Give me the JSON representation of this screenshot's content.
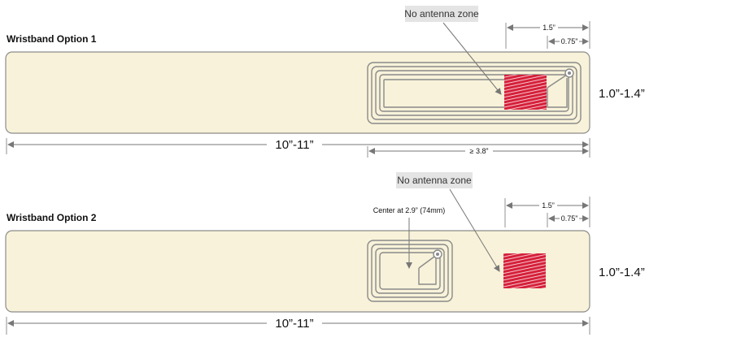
{
  "option1": {
    "title": "Wristband Option 1",
    "zone_label": "No antenna zone",
    "dim_15": "1.5”",
    "dim_075": "0.75”",
    "height": "1.0”-1.4”",
    "length": "10”-11”",
    "min_dist": "≥ 3.8”"
  },
  "option2": {
    "title": "Wristband Option 2",
    "zone_label": "No antenna zone",
    "center_label": "Center at 2.9” (74mm)",
    "dim_15": "1.5”",
    "dim_075": "0.75”",
    "height": "1.0”-1.4”",
    "length": "10”-11”"
  },
  "colors": {
    "band_fill": "#f7f2d9",
    "band_stroke": "#8c8c8c",
    "zone_red": "#d5203a",
    "coil": "#8a8a8a",
    "label_bg": "#e4e4e4"
  }
}
